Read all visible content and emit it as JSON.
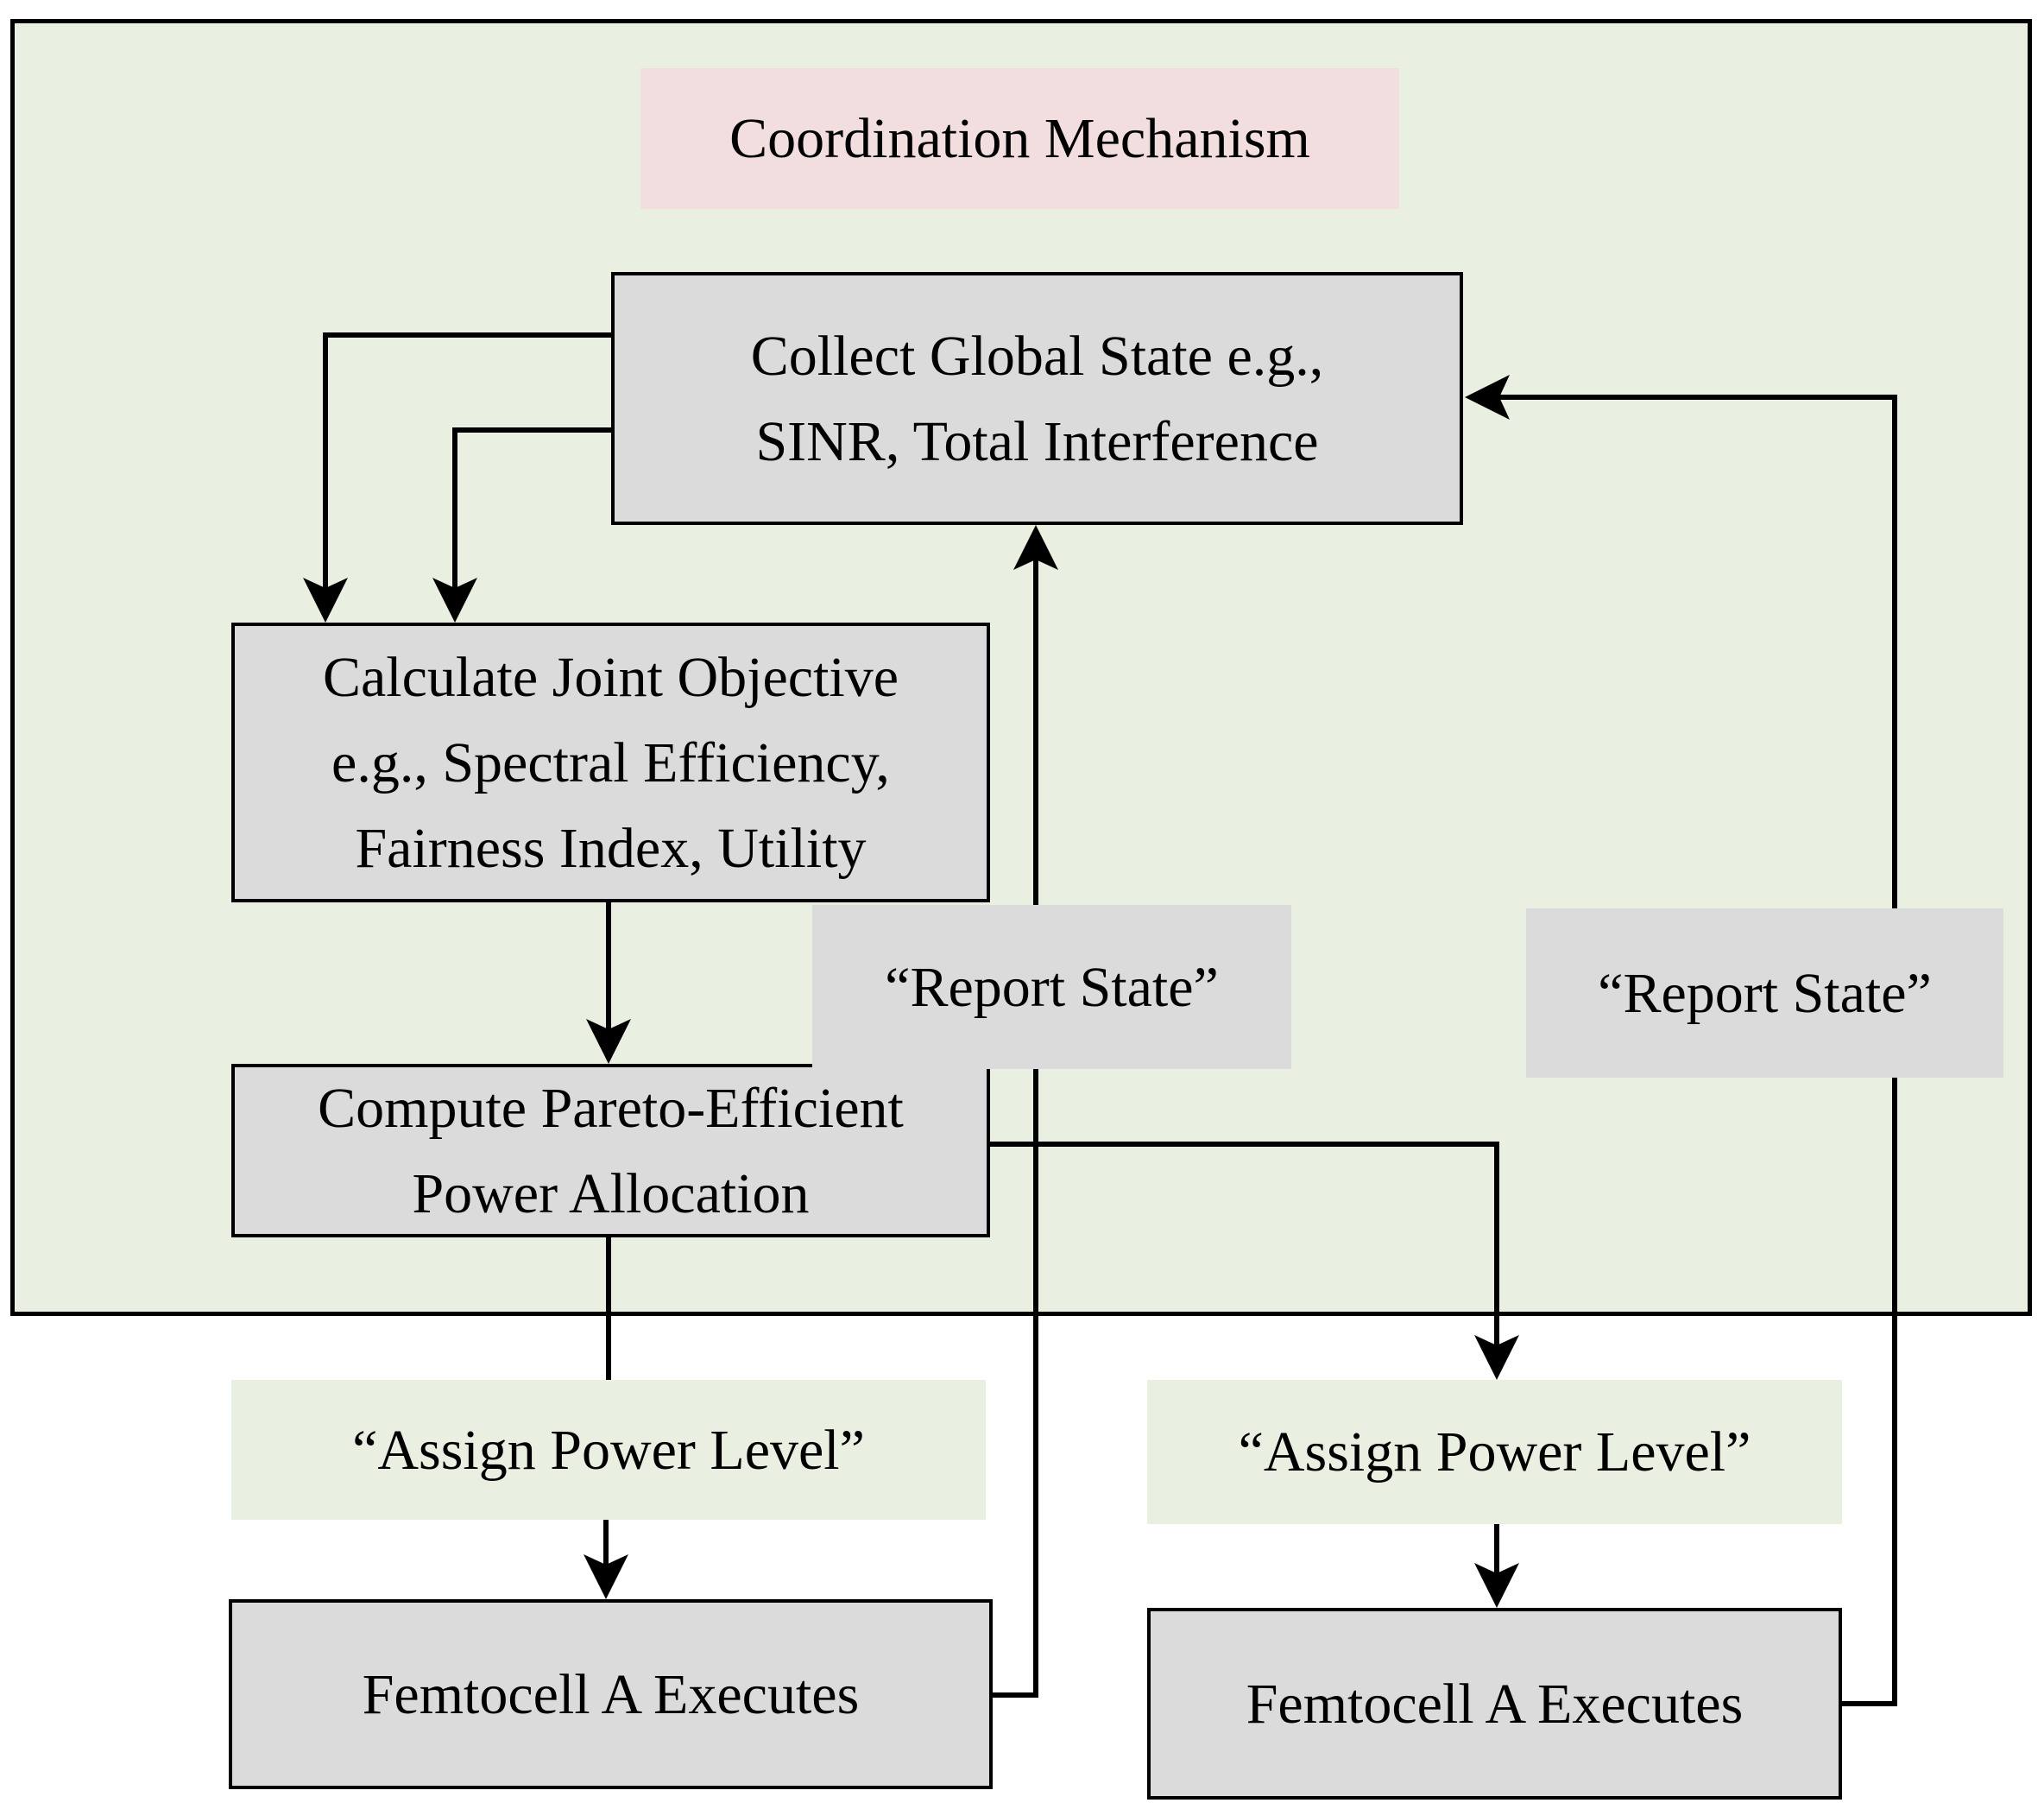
{
  "diagram": {
    "title": {
      "label": "Coordination Mechanism"
    },
    "boxes": {
      "collect": {
        "lines": [
          "Collect Global State e.g.,",
          "SINR, Total Interference"
        ]
      },
      "calculate": {
        "lines": [
          "Calculate Joint Objective",
          "e.g., Spectral Efficiency,",
          "Fairness Index, Utility"
        ]
      },
      "compute": {
        "lines": [
          "Compute Pareto-Efficient",
          "Power Allocation"
        ]
      },
      "report_state_left": {
        "label": "“Report State”"
      },
      "report_state_right": {
        "label": "“Report State”"
      },
      "assign_power_left": {
        "label": "“Assign Power Level”"
      },
      "assign_power_right": {
        "label": "“Assign Power Level”"
      },
      "femtocell_left": {
        "label": "Femtocell A Executes"
      },
      "femtocell_right": {
        "label": "Femtocell A Executes"
      }
    },
    "colors": {
      "background": "#ffffff",
      "container_fill": "#e9f0e2",
      "title_fill": "#f2dede",
      "process_fill": "#dbdbdb",
      "line": "#000000"
    }
  }
}
